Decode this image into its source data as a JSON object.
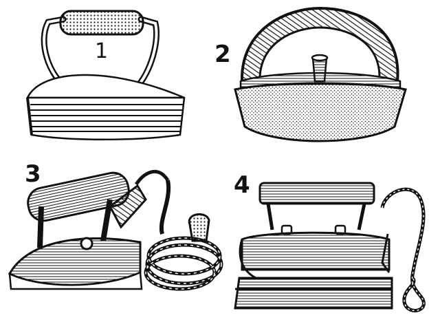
{
  "labels": {
    "iron1": "1",
    "iron2": "2",
    "iron3": "3",
    "iron4": "4"
  },
  "colors": {
    "ink": "#111111",
    "paper": "#ffffff"
  }
}
